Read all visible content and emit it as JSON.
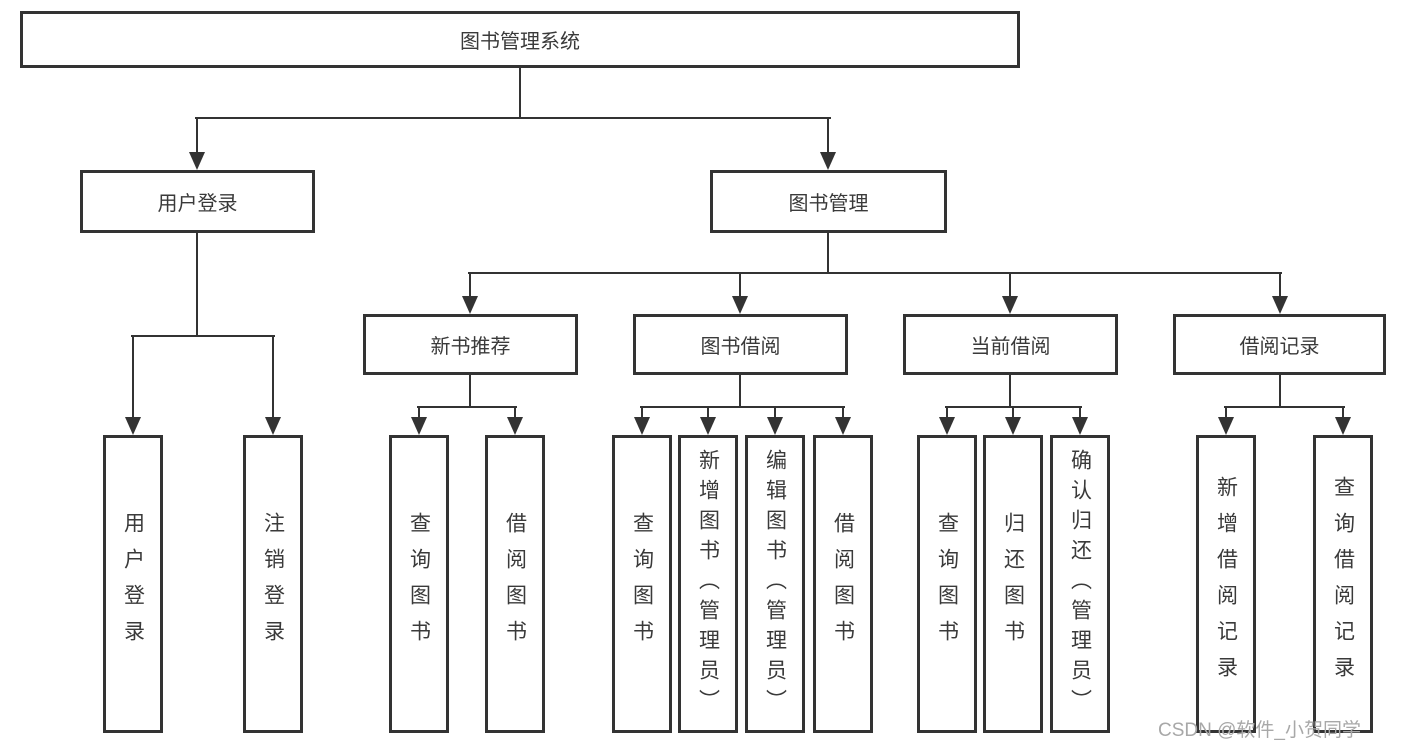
{
  "tree": {
    "label": "图书管理系统",
    "children": [
      {
        "label": "用户登录",
        "children": [
          {
            "label": "用户登录"
          },
          {
            "label": "注销登录"
          }
        ]
      },
      {
        "label": "图书管理",
        "children": [
          {
            "label": "新书推荐",
            "children": [
              {
                "label": "查询图书"
              },
              {
                "label": "借阅图书"
              }
            ]
          },
          {
            "label": "图书借阅",
            "children": [
              {
                "label": "查询图书"
              },
              {
                "label": "新增图书（管理员）"
              },
              {
                "label": "编辑图书（管理员）"
              },
              {
                "label": "借阅图书"
              }
            ]
          },
          {
            "label": "当前借阅",
            "children": [
              {
                "label": "查询图书"
              },
              {
                "label": "归还图书"
              },
              {
                "label": "确认归还（管理员）"
              }
            ]
          },
          {
            "label": "借阅记录",
            "children": [
              {
                "label": "新增借阅记录"
              },
              {
                "label": "查询借阅记录"
              }
            ]
          }
        ]
      }
    ]
  },
  "watermark": {
    "text": "CSDN @软件_小贺同学",
    "color": "#a8a8a8"
  },
  "colors": {
    "line": "#333333",
    "node_border": "#333333",
    "node_text": "#3a3a3a",
    "background": "#ffffff"
  }
}
